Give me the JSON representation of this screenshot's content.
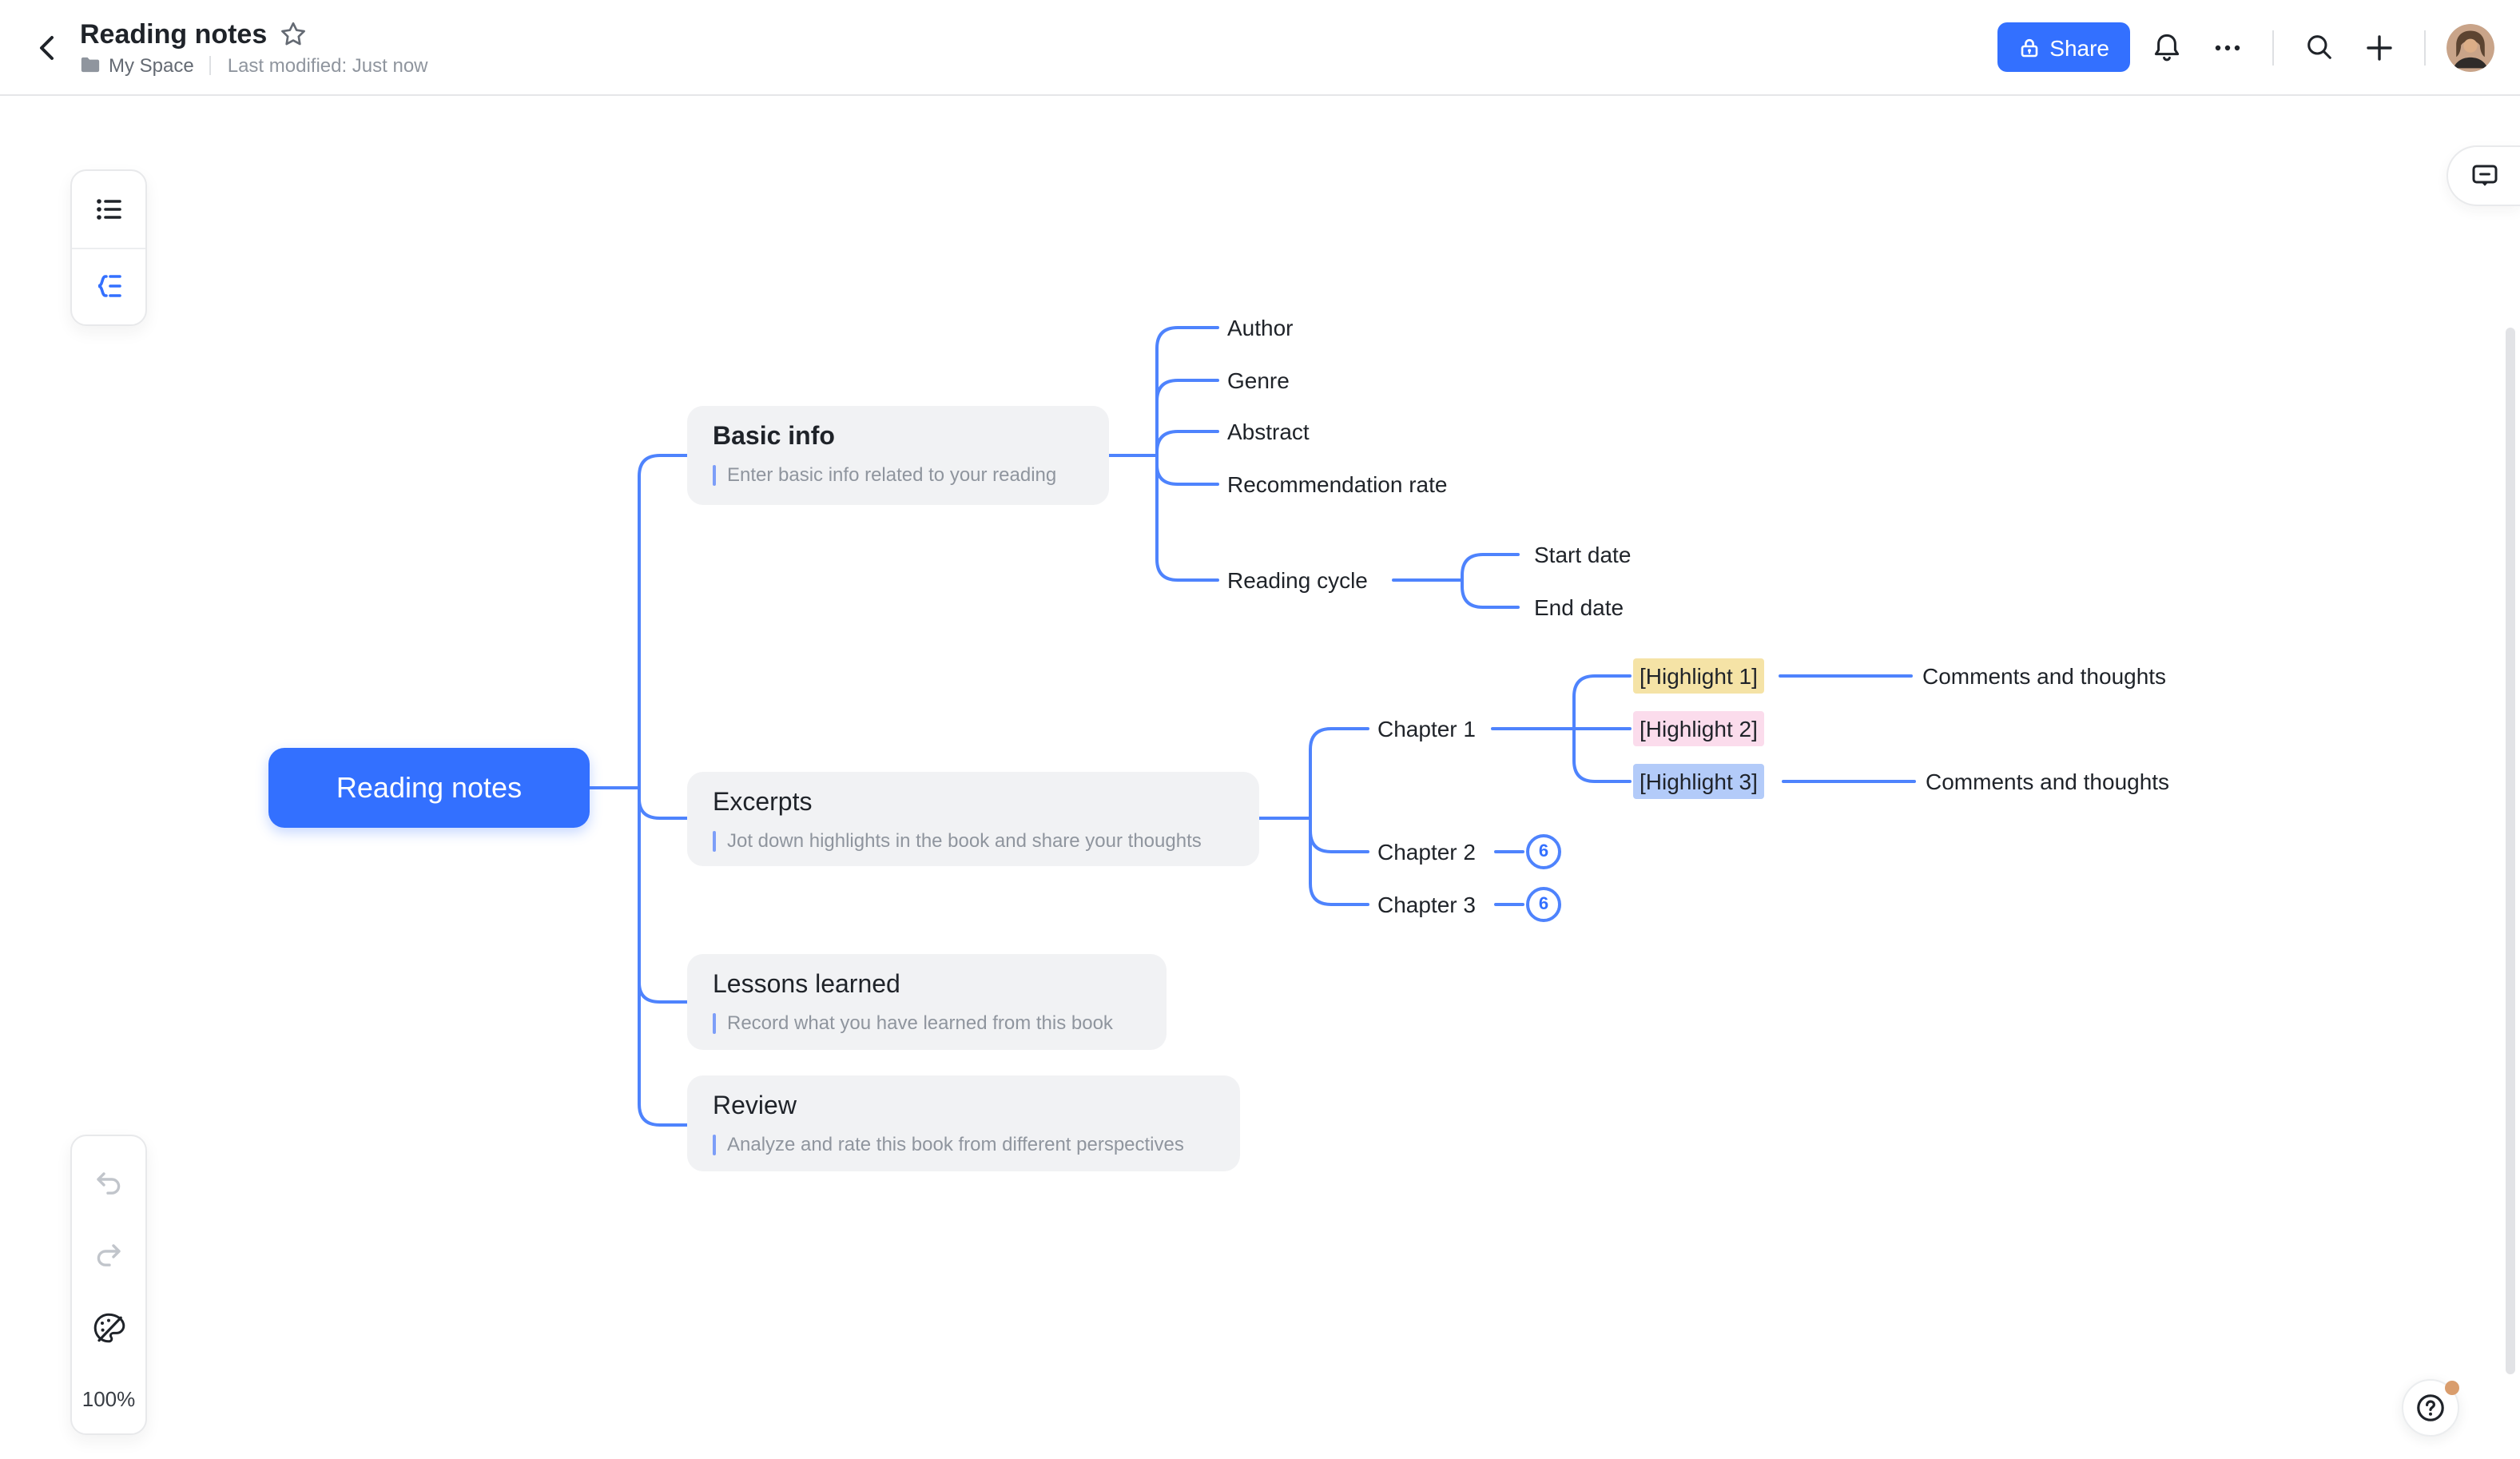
{
  "header": {
    "title": "Reading notes",
    "space": "My Space",
    "modified": "Last modified: Just now",
    "share_label": "Share"
  },
  "colors": {
    "accent": "#3370ff",
    "connector": "#4e83fd",
    "section_bg": "#f1f2f4",
    "text_primary": "#1f2329",
    "text_secondary": "#8f959e",
    "notification_dot": "#d99d6d"
  },
  "icons": [
    "back-chevron",
    "star",
    "folder",
    "lock",
    "bell",
    "more-ellipsis",
    "search",
    "plus",
    "outline-list",
    "mindmap",
    "undo",
    "redo",
    "theme-palette",
    "comment-bubble",
    "help-question"
  ],
  "map": {
    "root": {
      "label": "Reading notes",
      "color": "#3370ff"
    },
    "sections": [
      {
        "title": "Basic info",
        "desc": "Enter basic info related to your reading"
      },
      {
        "title": "Excerpts",
        "desc": "Jot down highlights in the book and share your thoughts"
      },
      {
        "title": "Lessons learned",
        "desc": "Record what you have learned from this book"
      },
      {
        "title": "Review",
        "desc": "Analyze and rate this book from different perspectives"
      }
    ],
    "basic_children": [
      "Author",
      "Genre",
      "Abstract",
      "Recommendation rate",
      "Reading cycle"
    ],
    "cycle_children": [
      "Start date",
      "End date"
    ],
    "chapters": [
      {
        "label": "Chapter 1"
      },
      {
        "label": "Chapter 2",
        "badge": "6"
      },
      {
        "label": "Chapter 3",
        "badge": "6"
      }
    ],
    "highlights": [
      {
        "label": "[Highlight 1]",
        "color": "#f5e3a6",
        "comment": "Comments and thoughts"
      },
      {
        "label": "[Highlight 2]",
        "color": "#fbdcec"
      },
      {
        "label": "[Highlight 3]",
        "color": "#b3cbf9",
        "comment": "Comments and thoughts"
      }
    ]
  },
  "controls": {
    "zoom_level": "100%"
  }
}
